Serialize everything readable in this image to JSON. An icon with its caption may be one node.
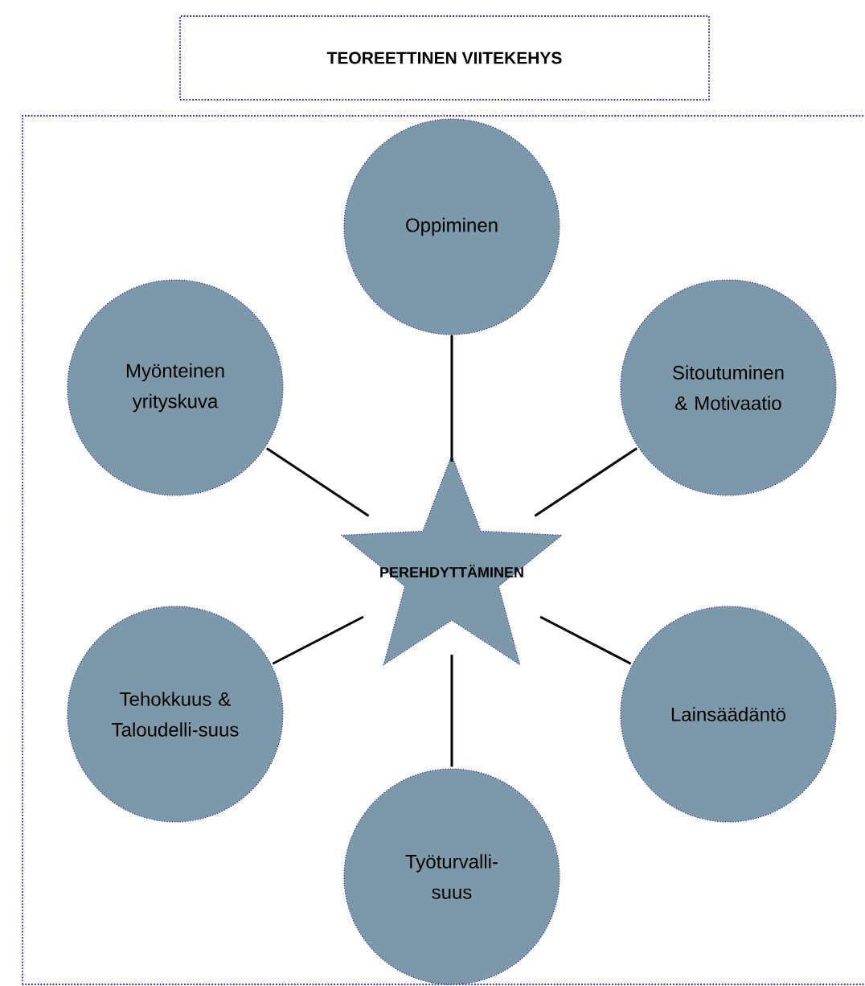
{
  "diagram": {
    "title": "TEOREETTINEN VIITEKEHYS",
    "nodes": [
      {
        "text": [
          "PEREHDYTTÄMINEN"
        ]
      },
      {
        "text": [
          "Oppiminen"
        ]
      },
      {
        "text": [
          "Myönteinen yrityskuva"
        ]
      },
      {
        "text": [
          "Sitoutuminen & Motivaatio"
        ]
      },
      {
        "text": [
          "Tehokkuus & Taloudelli-suus"
        ]
      },
      {
        "text": [
          "Lainsäädäntö"
        ]
      },
      {
        "text": [
          "Työturvalli-suus"
        ]
      }
    ],
    "edges": [
      {
        "from": 0,
        "to": 1,
        "arrow": "none"
      },
      {
        "from": 0,
        "to": 2,
        "arrow": "none"
      },
      {
        "from": 0,
        "to": 3,
        "arrow": "none"
      },
      {
        "from": 0,
        "to": 4,
        "arrow": "none"
      },
      {
        "from": 0,
        "to": 5,
        "arrow": "none"
      },
      {
        "from": 0,
        "to": 6,
        "arrow": "none"
      }
    ]
  }
}
